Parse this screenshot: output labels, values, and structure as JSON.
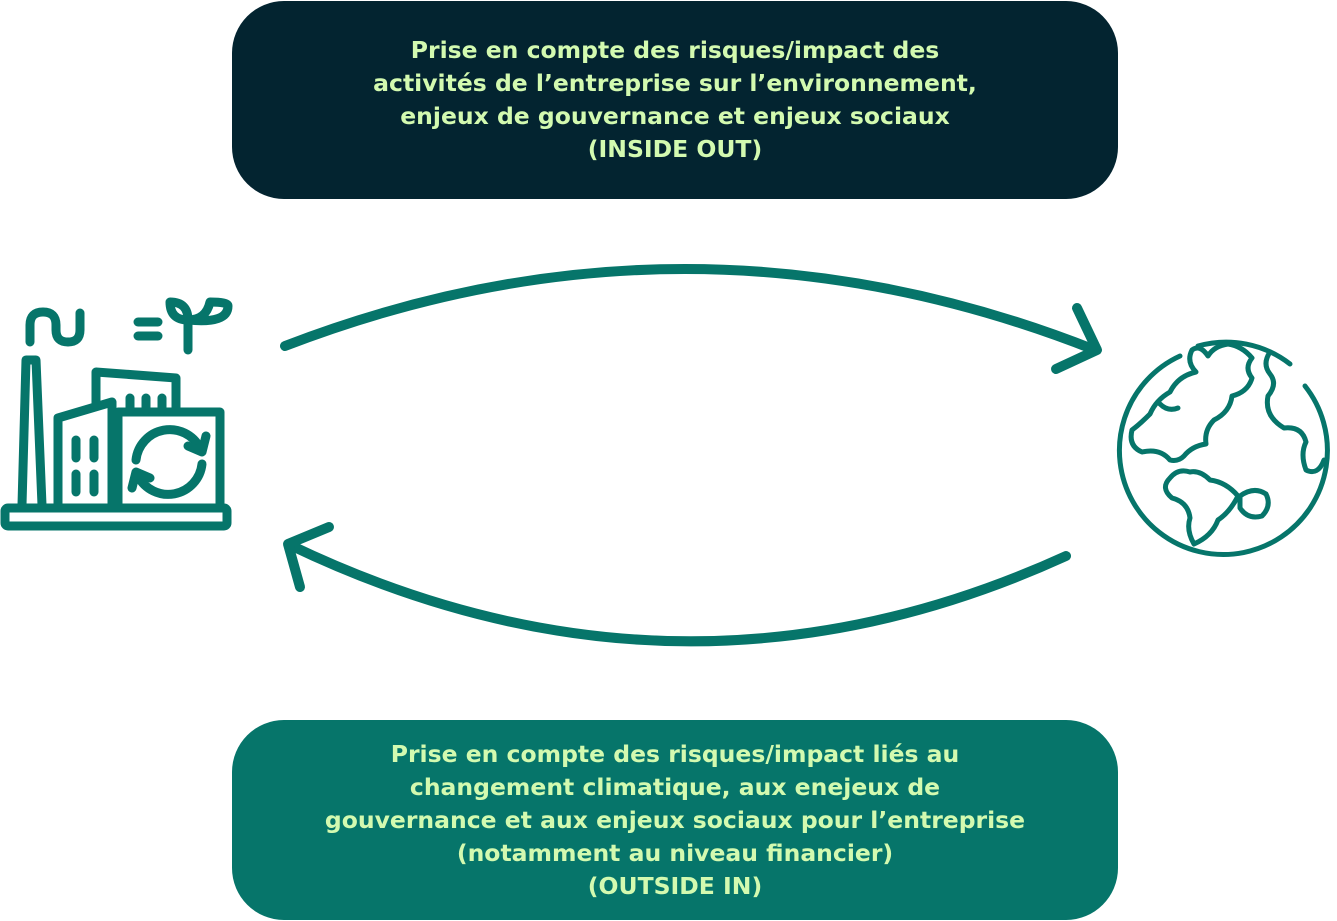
{
  "inside_out": {
    "lines": [
      "Prise en compte des risques/impact des",
      "activités de l’entreprise sur l’environnement,",
      "enjeux de gouvernance et enjeux sociaux",
      "(INSIDE OUT)"
    ]
  },
  "outside_in": {
    "lines": [
      "Prise en compte des risques/impact liés au",
      "changement climatique, aux enejeux de",
      "gouvernance et aux enjeux sociaux pour l’entreprise",
      "(notamment au niveau financier)",
      "(OUTSIDE IN)"
    ]
  },
  "icons": {
    "company": "factory-icon",
    "environment": "earth-globe-icon",
    "arrow_to_environment": "curved-arrow-right-icon",
    "arrow_to_company": "curved-arrow-left-icon"
  },
  "colors": {
    "dark_box": "#032430",
    "green_box": "#06756a",
    "box_text": "#d3fab0",
    "icon_stroke": "#06756a"
  }
}
